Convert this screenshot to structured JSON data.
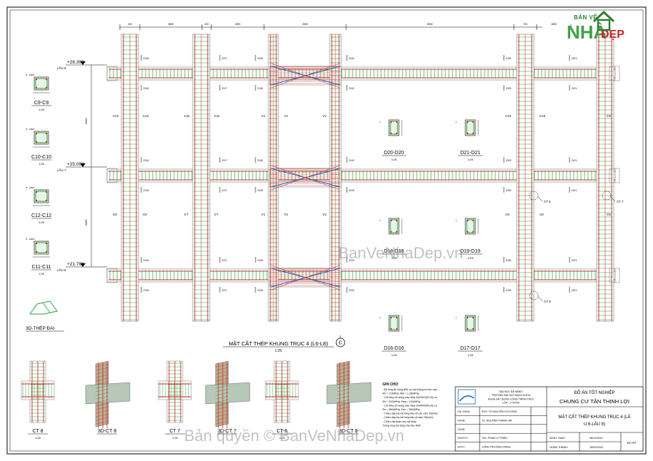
{
  "logo": {
    "line1": "BẢN VẼ",
    "line2": "NHÀ",
    "line3": "ĐẸP"
  },
  "elevations": [
    "+28.300",
    "+25.000",
    "+21.700"
  ],
  "floors": [
    "LẦU 8",
    "LẦU 7",
    "LẦU 6"
  ],
  "top_dims": [
    "400",
    "3800",
    "400",
    "1800",
    "2500",
    "5500",
    "700",
    "3800"
  ],
  "beam_labels_left": [
    "D16",
    "D17",
    "D18",
    "D19",
    "D20",
    "D21"
  ],
  "col_labels_row1": [
    "C12",
    "C12",
    "C11",
    "C11",
    "V1",
    "V1",
    "V1",
    "C10",
    "C10",
    "C9"
  ],
  "col_labels_row2": [
    "C8",
    "C8",
    "C7",
    "C7",
    "V1",
    "V1",
    "V1",
    "C6",
    "C6",
    "C5"
  ],
  "section_left": [
    {
      "name": "C9-C9",
      "scale": "1:25"
    },
    {
      "name": "C10-C10",
      "scale": "1:25"
    },
    {
      "name": "C12-C12",
      "scale": "1:25"
    },
    {
      "name": "C11-C11",
      "scale": "1:25"
    }
  ],
  "thep_dai": "3D-THÉP ĐAI",
  "section_right": [
    {
      "name": "D20-D20",
      "scale": "1:25"
    },
    {
      "name": "D21-D21",
      "scale": "1:25"
    },
    {
      "name": "D18-D18",
      "scale": "1:25"
    },
    {
      "name": "D19-D19",
      "scale": "1:25"
    },
    {
      "name": "D16-D16",
      "scale": "1:25"
    },
    {
      "name": "D17-D17",
      "scale": "1:25"
    }
  ],
  "ct_labels": [
    "CT 6",
    "CT 7",
    "CT 8"
  ],
  "main_title": "MẶT CẮT THÉP KHUNG TRỤC 4 (L6-L8)",
  "main_scale": "1:25",
  "axis_label": "C",
  "details": [
    {
      "name": "CT 8",
      "scale": "1:25"
    },
    {
      "name": "3D-CT 8",
      "scale": ""
    },
    {
      "name": "CT 7",
      "scale": "1:25"
    },
    {
      "name": "3D-CT 7",
      "scale": ""
    },
    {
      "name": "CT 6",
      "scale": "1:25"
    },
    {
      "name": "3D-CT 6",
      "scale": ""
    }
  ],
  "notes_title": "GHI CHÚ:",
  "notes": [
    "- Bê tông sử dụng B30 có các thông số như sau:",
    "   Rb = 17(MPa); Rbt = 1.15(MPa)",
    "- Cốt thép sử dụng mác thép CB240T(Ø<10) có:",
    "   Rs = 210(MPa); Rsw = 210(MPa)",
    "- Cốt thép sử dụng mác thép CB400V(Ø≥10) có:",
    "   Rs = 350(MPa); Rsc = 350(MPa)",
    "- Chiều dày lớp bê tông bảo vệ cột: cầm 30(mm).",
    "- Chiều dày lớp bê tông bảo vệ dầm 30(mm).",
    "- Chiều dài đoạn neo cốt thép:",
    "   Trong vùng bê tông chịu kéo 40Ø"
  ],
  "title_block": {
    "school_lines": [
      "ĐẠI HỌC ĐÀ NẴNG",
      "TRƯỜNG ĐẠI HỌC BÁCH KHOA",
      "KHOA XÂY DỰNG CÔNG TRÌNH THỦY",
      "LỚP : 17THXD"
    ],
    "project_type": "ĐỒ ÁN TỐT NGHIỆP",
    "project_name": "CHUNG CƯ TÂN THỊNH LỢI",
    "drawing_title": "MẶT CẮT THÉP KHUNG TRỤC 4 (LẦU 6-LẦU 8)",
    "roles": [
      {
        "role": "CN. KHOA",
        "person": "PGS. TS NGUYỄN CHÍ CÔNG"
      },
      {
        "role": "GVHD",
        "person": "TS. NGUYỄN THANH HẢI"
      },
      {
        "role": "GVHD",
        "person": ""
      },
      {
        "role": "GVDYCT",
        "person": "ThS. PHAN LÝ TRIỀU"
      },
      {
        "role": "SVTH",
        "person": "CÔNG TRƯỜNG GIANG"
      }
    ],
    "date_rows": [
      {
        "label": "NGÀY GIAO:",
        "value": "08/11/2021"
      },
      {
        "label": "HOÀN THÀNH:",
        "value": "15/02/2022"
      }
    ],
    "sheet_no": "KC-07"
  },
  "watermarks": [
    "BanVeNhaDep.vn",
    "Bản quyền © BanVeNhaDep.vn"
  ]
}
